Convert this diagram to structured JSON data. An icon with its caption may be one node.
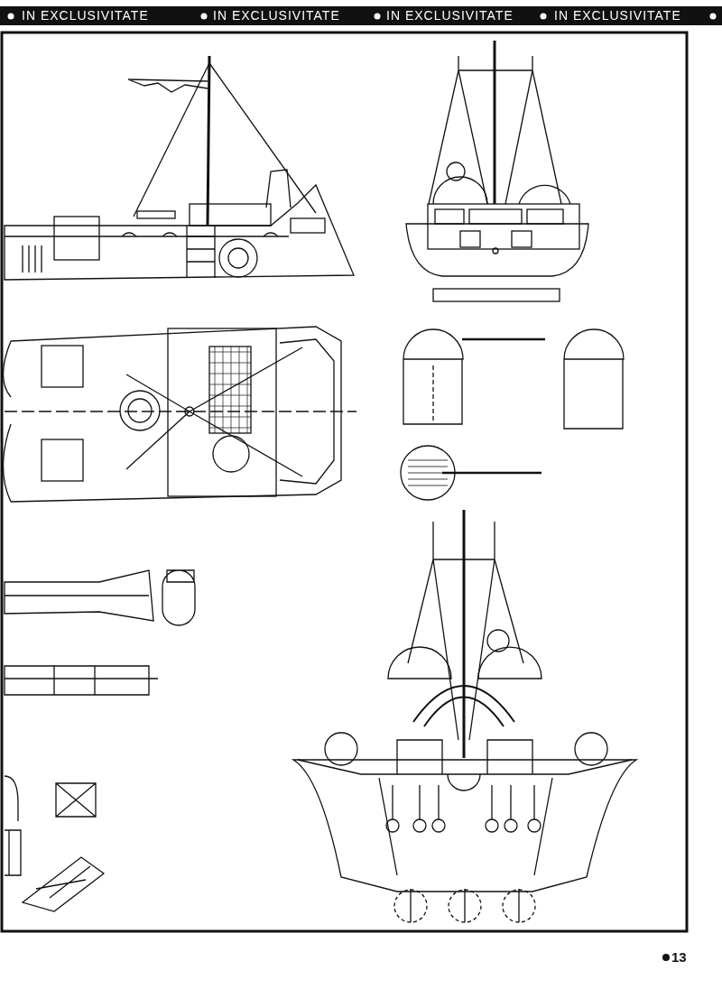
{
  "diagram": {
    "labels": [
      "IN EXCLUSIVITATE",
      "IN EXCLUSIVITATE",
      "IN EXCLUSIVITATE",
      "IN EXCLUSIVITATE",
      "13"
    ]
  }
}
